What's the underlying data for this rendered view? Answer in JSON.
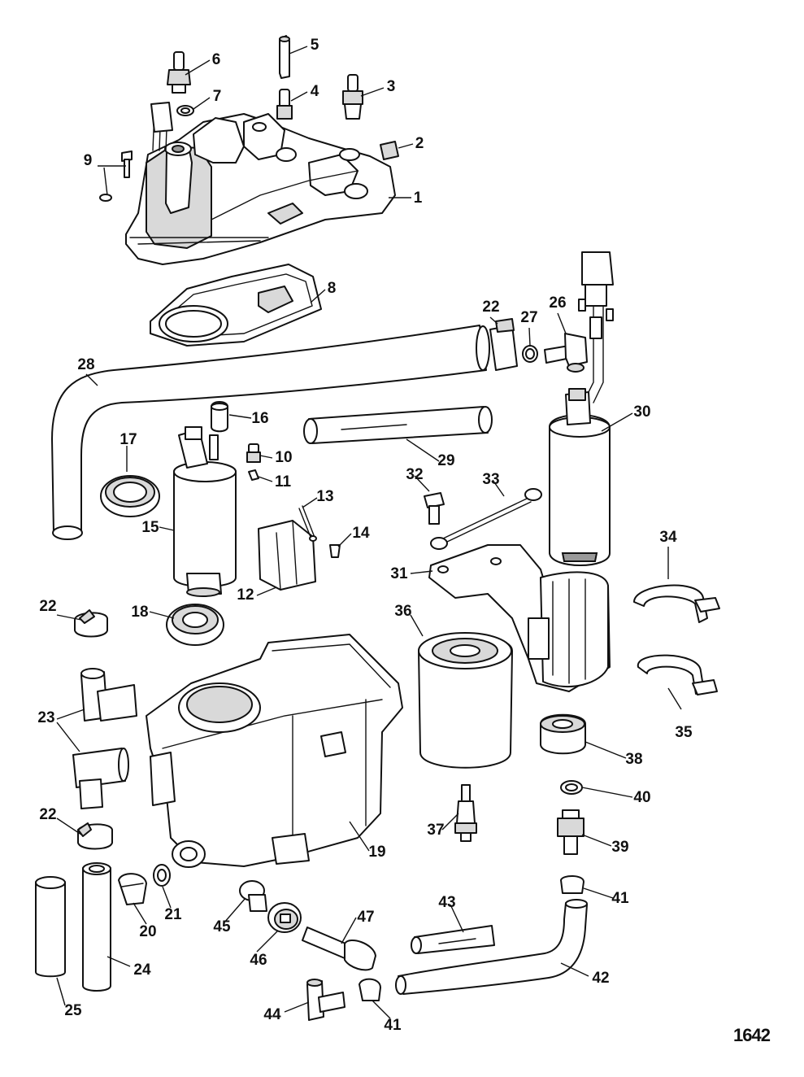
{
  "diagram": {
    "figure_code": "1642",
    "callouts": [
      "1",
      "2",
      "3",
      "4",
      "5",
      "6",
      "7",
      "8",
      "9",
      "10",
      "11",
      "12",
      "13",
      "14",
      "15",
      "16",
      "17",
      "18",
      "19",
      "20",
      "21",
      "22",
      "22",
      "22",
      "22",
      "23",
      "24",
      "25",
      "26",
      "27",
      "28",
      "29",
      "30",
      "31",
      "32",
      "33",
      "34",
      "35",
      "36",
      "37",
      "38",
      "39",
      "40",
      "41",
      "41",
      "42",
      "43",
      "44",
      "45",
      "46",
      "47"
    ]
  }
}
